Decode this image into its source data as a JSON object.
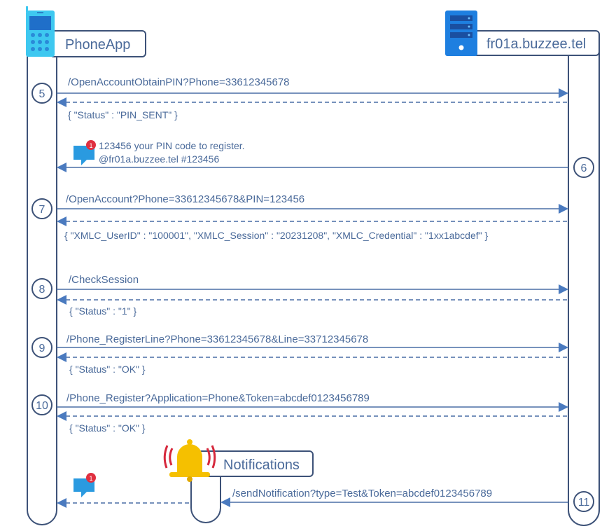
{
  "participants": {
    "phone": {
      "label": "PhoneApp",
      "icon": "mobile-phone-icon"
    },
    "server": {
      "label": "fr01a.buzzee.tel",
      "icon": "server-icon"
    },
    "notifications": {
      "label": "Notifications",
      "icon": "bell-icon"
    }
  },
  "steps": [
    {
      "number": "5",
      "request": "/OpenAccountObtainPIN?Phone=33612345678",
      "response": "{ \"Status\" : \"PIN_SENT\" }"
    },
    {
      "number": "6",
      "sms_line1": "123456 your PIN code to register.",
      "sms_line2": "@fr01a.buzzee.tel #123456",
      "badge": "1"
    },
    {
      "number": "7",
      "request": "/OpenAccount?Phone=33612345678&PIN=123456",
      "response": "{ \"XMLC_UserID\" : \"100001\", \"XMLC_Session\" : \"20231208\",  \"XMLC_Credential\" : \"1xx1abcdef\" }"
    },
    {
      "number": "8",
      "request": "/CheckSession",
      "response": "{ \"Status\" : \"1\" }"
    },
    {
      "number": "9",
      "request": "/Phone_RegisterLine?Phone=33612345678&Line=33712345678",
      "response": "{ \"Status\" : \"OK\" }"
    },
    {
      "number": "10",
      "request": "/Phone_Register?Application=Phone&Token=abcdef0123456789",
      "response": "{ \"Status\" : \"OK\" }"
    },
    {
      "number": "11",
      "request": "/sendNotification?type=Test&Token=abcdef0123456789",
      "badge": "1"
    }
  ],
  "colors": {
    "line": "#4a6fa5",
    "text": "#4a6a9a",
    "phone_icon": "#3ec8f0",
    "server_icon": "#1e7fe0",
    "bell": "#f5c000",
    "badge": "#e03040"
  }
}
